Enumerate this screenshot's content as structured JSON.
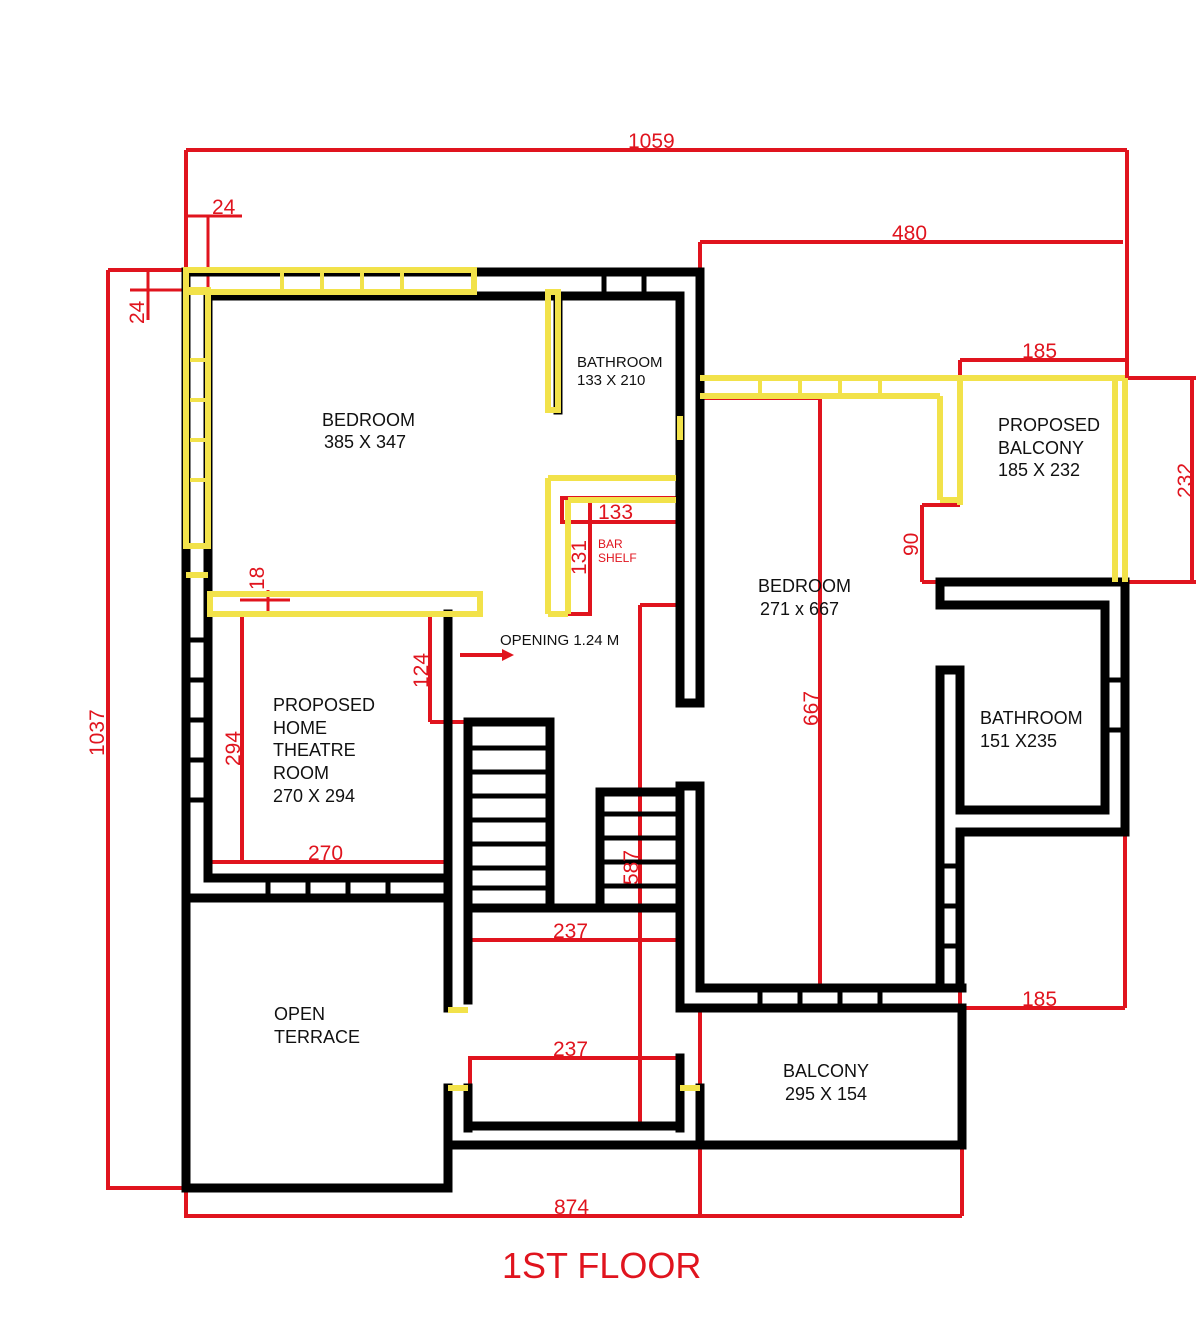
{
  "title": "1ST FLOOR",
  "colors": {
    "walls": "#000000",
    "dimensions": "#e0141e",
    "windows": "#f2e24a"
  },
  "rooms": {
    "bedroom_main": {
      "name": "BEDROOM",
      "size": "385 X 347"
    },
    "bathroom_top": {
      "name": "BATHROOM",
      "size": "133 X 210"
    },
    "proposed_balcony": {
      "line1": "PROPOSED",
      "line2": "BALCONY",
      "size": "185 X 232"
    },
    "bedroom_right": {
      "name": "BEDROOM",
      "size": "271 x 667"
    },
    "bathroom_right": {
      "name": "BATHROOM",
      "size": "151 X235"
    },
    "home_theatre": {
      "line1": "PROPOSED",
      "line2": "HOME",
      "line3": "THEATRE",
      "line4": "ROOM",
      "size": "270 X 294"
    },
    "open_terrace": {
      "line1": "OPEN",
      "line2": "TERRACE"
    },
    "balcony": {
      "name": "BALCONY",
      "size": "295 X 154"
    },
    "bar_shelf": {
      "line1": "BAR",
      "line2": "SHELF"
    },
    "opening": "OPENING 1.24 M"
  },
  "dimensions": {
    "overall_width": "1059",
    "right_block_width": "480",
    "wall_thickness_h": "24",
    "wall_thickness_v": "24",
    "overall_height": "1037",
    "proposed_balcony_width": "185",
    "proposed_balcony_height": "232",
    "bar_width": "133",
    "bar_height": "131",
    "step_90": "90",
    "theatre_wall": "18",
    "opening_124": "124",
    "theatre_height": "294",
    "theatre_width": "270",
    "bedroom_height": "667",
    "stair_height": "587",
    "stair_width_1": "237",
    "stair_width_2": "237",
    "bath_right_width": "185",
    "bottom_width": "874"
  }
}
